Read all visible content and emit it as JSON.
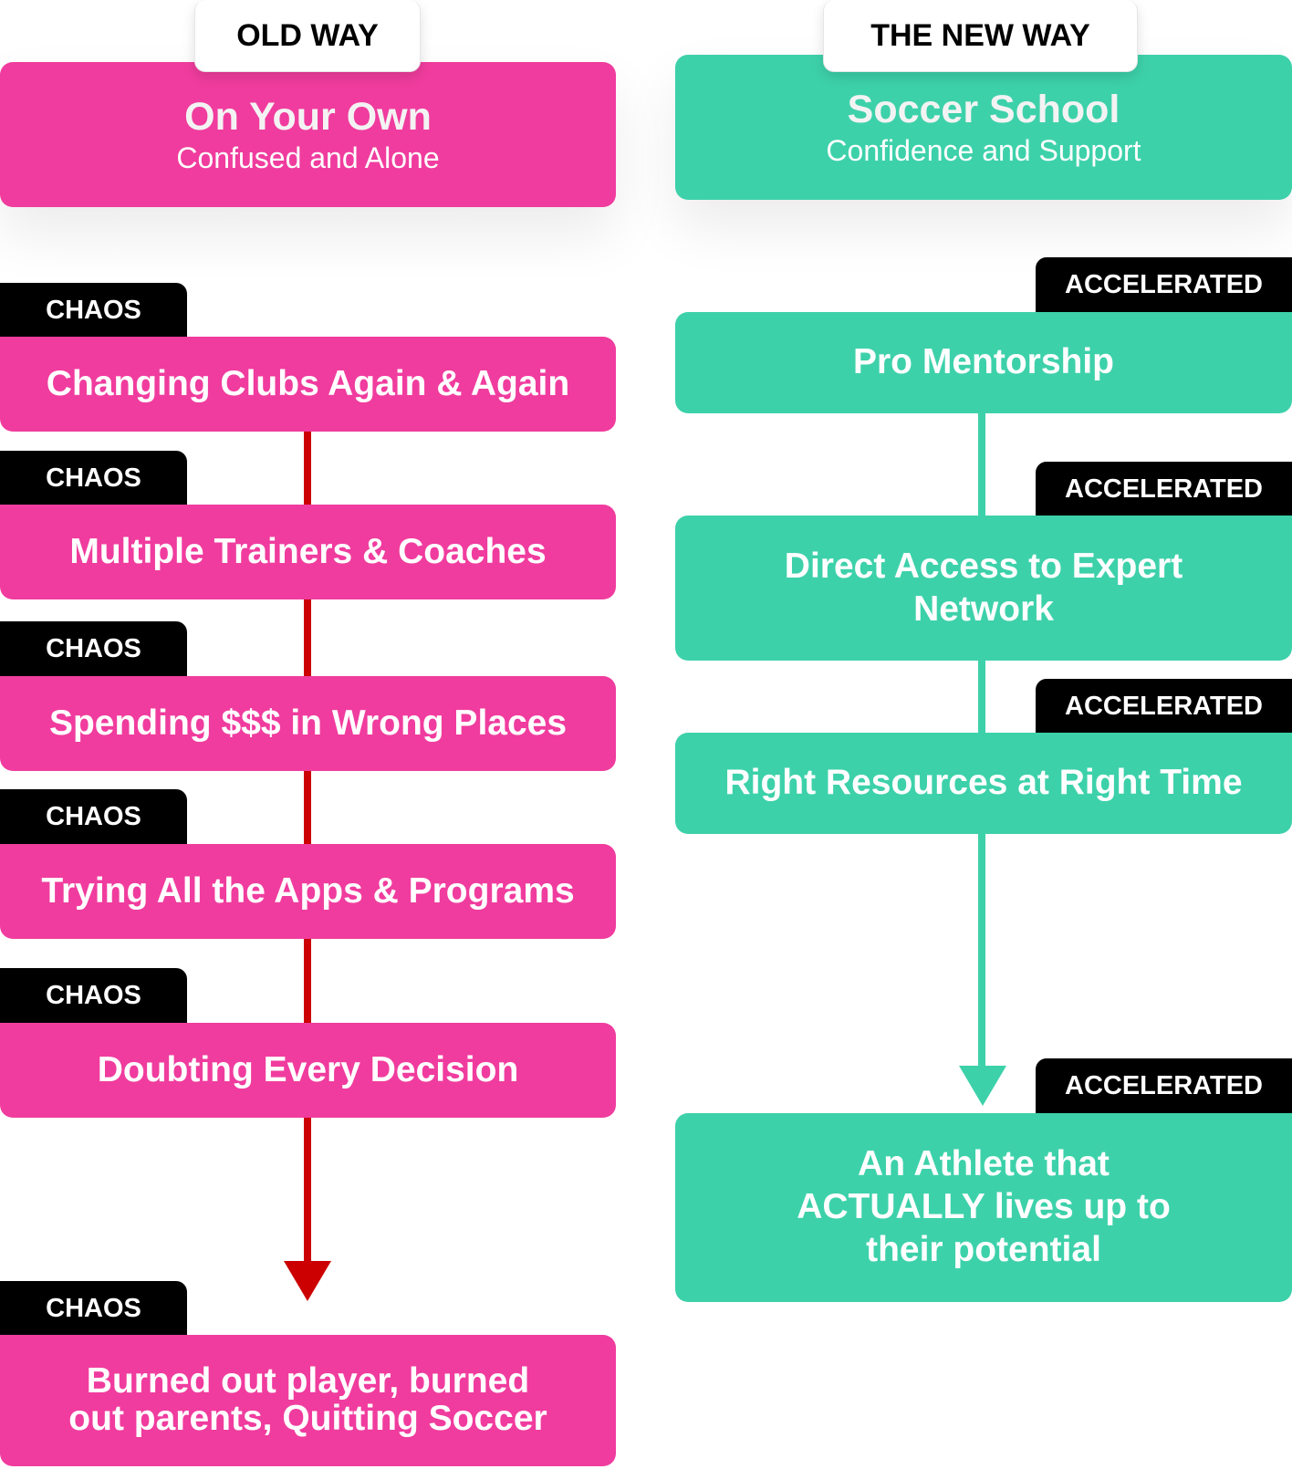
{
  "old_way": {
    "tab_label": "OLD WAY",
    "title": "On Your Own",
    "subtitle": "Confused and Alone",
    "tag_label": "CHAOS",
    "steps": [
      "Changing Clubs Again & Again",
      "Multiple Trainers & Coaches",
      "Spending $$$ in Wrong Places",
      "Trying All the Apps & Programs",
      "Doubting Every Decision",
      "Burned out player, burned out parents, Quitting Soccer"
    ]
  },
  "new_way": {
    "tab_label": "THE NEW WAY",
    "title": "Soccer School",
    "subtitle": "Confidence and Support",
    "tag_label": "ACCELERATED",
    "steps": [
      "Pro Mentorship",
      "Direct Access to Expert Network",
      "Right Resources at Right Time",
      "An Athlete that ACTUALLY lives up to their potential"
    ]
  },
  "colors": {
    "old": "#F03C9E",
    "new": "#3DD1AA",
    "old_arrow": "#CC0000",
    "tag": "#000000"
  }
}
